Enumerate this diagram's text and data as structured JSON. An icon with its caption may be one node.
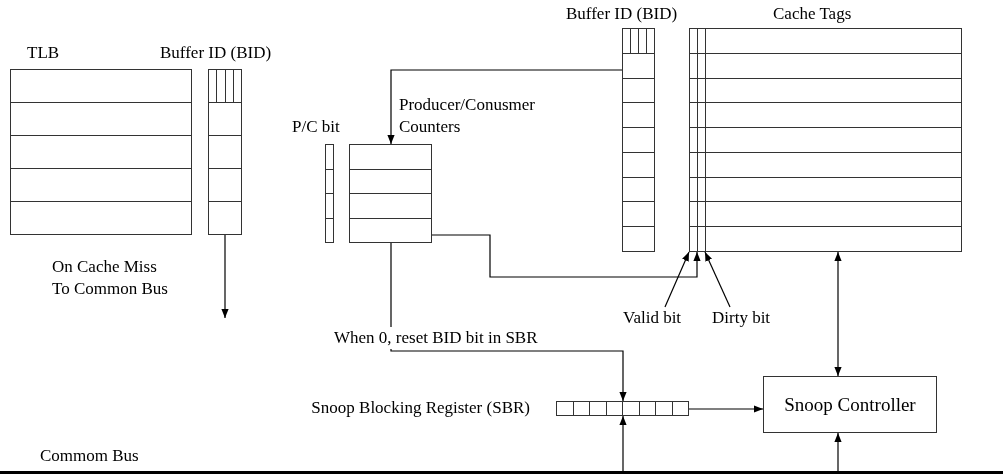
{
  "diagram": {
    "nodes": [
      {
        "text": [
          "TLB"
        ]
      },
      {
        "text": [
          "Buffer ID (BID)"
        ]
      },
      {
        "text": [
          "P/C bit"
        ]
      },
      {
        "text": [
          "Producer/Conusmer Counters"
        ]
      },
      {
        "text": [
          "Buffer ID (BID)"
        ]
      },
      {
        "text": [
          "Cache Tags"
        ]
      },
      {
        "text": [],
        "shape": "bar",
        "in": 5
      },
      {
        "text": [],
        "shape": "bar",
        "in": 5
      },
      {
        "text": [
          "Valid bit"
        ]
      },
      {
        "text": [
          "Dirty bit"
        ]
      },
      {
        "text": [
          "Snoop Blocking Register (SBR)"
        ]
      },
      {
        "text": [
          "Snoop Controller"
        ]
      },
      {
        "text": [
          "Commom Bus"
        ]
      }
    ],
    "edges": [
      {
        "from": 4,
        "to": 3,
        "arrow": "to"
      },
      {
        "from": 3,
        "to": 6,
        "arrow": "to"
      },
      {
        "from": 3,
        "to": 10,
        "arrow": "to",
        "label": "When 0, reset BID bit in SBR"
      },
      {
        "from": 12,
        "to": 10,
        "arrow": "to"
      },
      {
        "from": 10,
        "to": 11,
        "arrow": "to"
      },
      {
        "from": 5,
        "to": 11,
        "arrow": "both"
      },
      {
        "from": 12,
        "to": 11,
        "arrow": "to"
      },
      {
        "from": 1,
        "to": null,
        "arrow": "to",
        "label": "On Cache Miss To Common Bus"
      },
      {
        "from": 8,
        "to": 6,
        "arrow": "to"
      },
      {
        "from": 9,
        "to": 7,
        "arrow": "to"
      }
    ]
  }
}
